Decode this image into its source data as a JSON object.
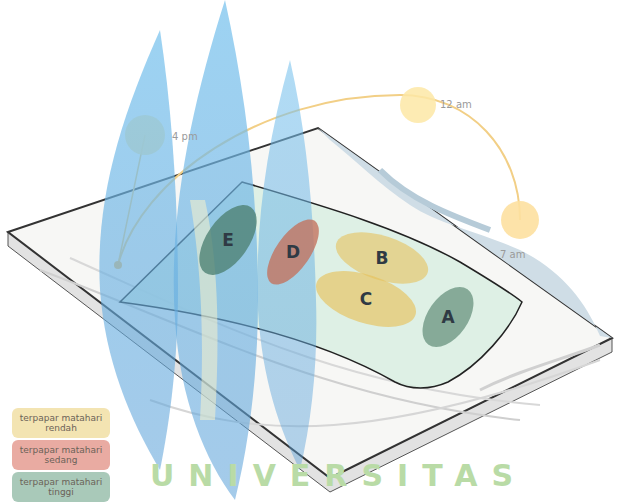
{
  "diagram": {
    "nodes": [
      {
        "text": [
          "E"
        ]
      },
      {
        "text": [
          "D"
        ]
      },
      {
        "text": [
          "B"
        ]
      },
      {
        "text": [
          "C"
        ]
      },
      {
        "text": [
          "A"
        ]
      }
    ],
    "labels": [
      "4 pm",
      "12 am",
      "7 am",
      "UNIVERSITAS"
    ],
    "legend": [
      {
        "text": "terpapar matahari rendah",
        "color": "#f3e4b2"
      },
      {
        "text": "terpapar matahari sedang",
        "color": "#e9aba2"
      },
      {
        "text": "terpapar matahari tinggi",
        "color": "#a9c9b9"
      }
    ]
  }
}
